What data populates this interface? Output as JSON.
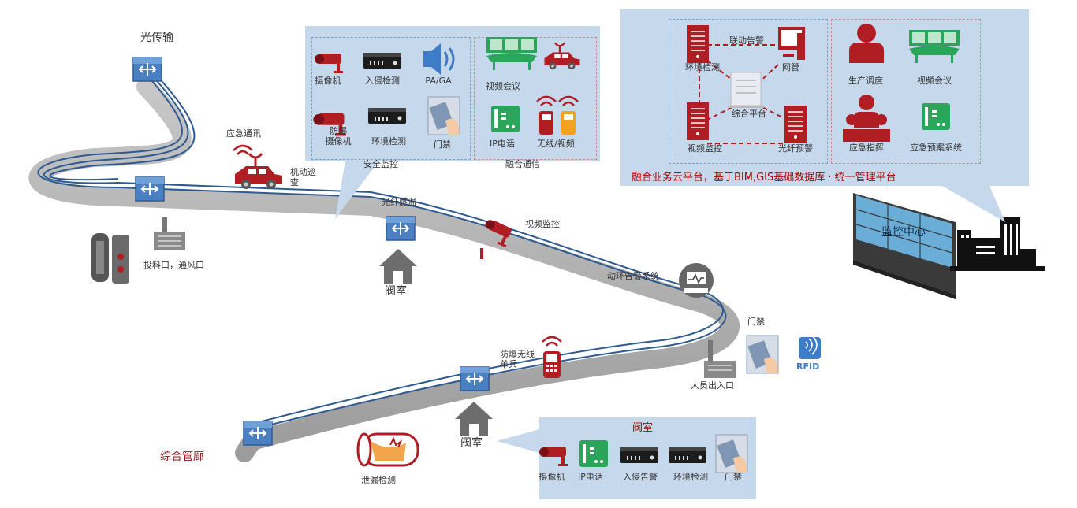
{
  "network": {
    "optical_transmission": "光传输",
    "emergency_comm": "应急通讯",
    "mobile_patrol": "机动巡\n查",
    "inlet_vent": "投料口，通风口",
    "fiber_temp": "光纤感温",
    "valve_room_1": "阀室",
    "utility_tunnel_curve": "综合管廊",
    "video_monitoring": "视频监控",
    "env_alarm_system": "动环告警系统",
    "access_control": "门禁",
    "rfid": "RFID",
    "personnel_entrance": "人员出入口",
    "explosion_proof_radio": "防爆无线\n单兵",
    "valve_room_2": "阀室",
    "utility_tunnel": "综合管廊",
    "leak_detection": "泄漏检测",
    "monitoring_center": "监控中心"
  },
  "security_panel": {
    "items": [
      "摄像机",
      "入侵检测",
      "PA/GA",
      "防爆\n摄像机",
      "环境检测",
      "门禁"
    ],
    "title": "安全监控"
  },
  "comm_panel": {
    "items": [
      "视频会议",
      "IP电话",
      "无线/视频"
    ],
    "title": "融合通信"
  },
  "cloud_panel": {
    "left_items": [
      "环境检测",
      "联动告警",
      "网管",
      "综合平台",
      "视频监控",
      "光纤预警"
    ],
    "right_items": [
      "生产调度",
      "视频会议",
      "应急指挥",
      "应急预案系统"
    ],
    "caption": "融合业务云平台，基于BIM,GIS基础数据库 · 统一管理平台"
  },
  "valve_panel": {
    "title": "阀室",
    "items": [
      "摄像机",
      "IP电话",
      "入侵告警",
      "环境检测",
      "门禁"
    ]
  },
  "colors": {
    "panel": "#c5d8ec",
    "tunnel": "#b3b3b3",
    "fiber": "#2f5a8f",
    "alert_red": "#b01e24",
    "green": "#2aa55a",
    "switch_blue": "#4a7fc1"
  }
}
